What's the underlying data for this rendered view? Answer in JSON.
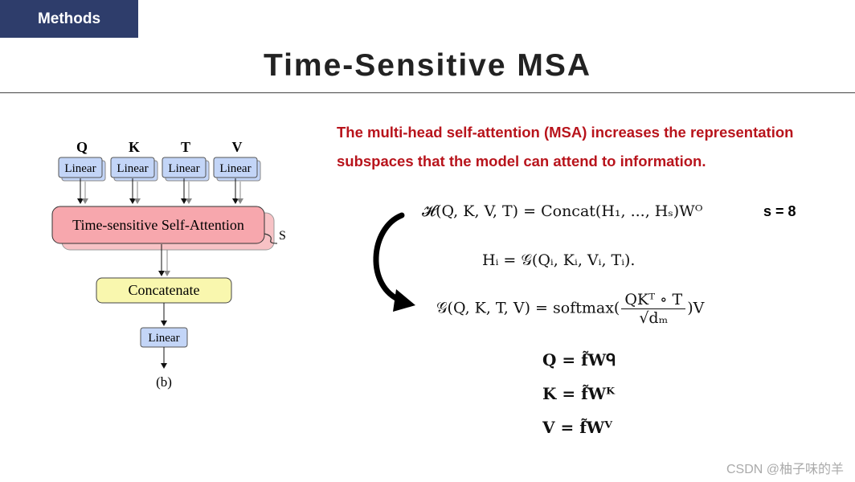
{
  "header": {
    "tag": "Methods",
    "title": "Time-Sensitive MSA"
  },
  "description": "The multi-head self-attention (MSA) increases the representation subspaces that the model can attend to information.",
  "diagram": {
    "inputs": [
      "Q",
      "K",
      "T",
      "V"
    ],
    "linear_label": "Linear",
    "attention_label": "Time-sensitive Self-Attention",
    "heads_label": "S",
    "concat_label": "Concatenate",
    "output_linear_label": "Linear",
    "caption": "(b)"
  },
  "equations": {
    "multi_head": "𝓗(Q, K, V, T) = Concat(H₁, ..., Hₛ)Wᴼ",
    "head": "Hᵢ  =  𝒢(Qᵢ, Kᵢ, Vᵢ, Tᵢ).",
    "attention_lhs": "𝒢(Q, K, T, V) = softmax(",
    "attention_num": "QKᵀ ∘ T",
    "attention_den": "√dₘ",
    "attention_rhs": ")V",
    "q_proj": "Q = f̃Wᑫ",
    "k_proj": "K = f̃Wᴷ",
    "v_proj": "V = f̃Wⱽ"
  },
  "param_note": "s = 8",
  "watermark": "CSDN @柚子味的羊",
  "colors": {
    "tag_bg": "#2e3d6b",
    "desc_text": "#b8141c",
    "linear_box": "#c3d5f7",
    "attention_box": "#f7a7ad",
    "concat_box": "#f9f7ae"
  }
}
